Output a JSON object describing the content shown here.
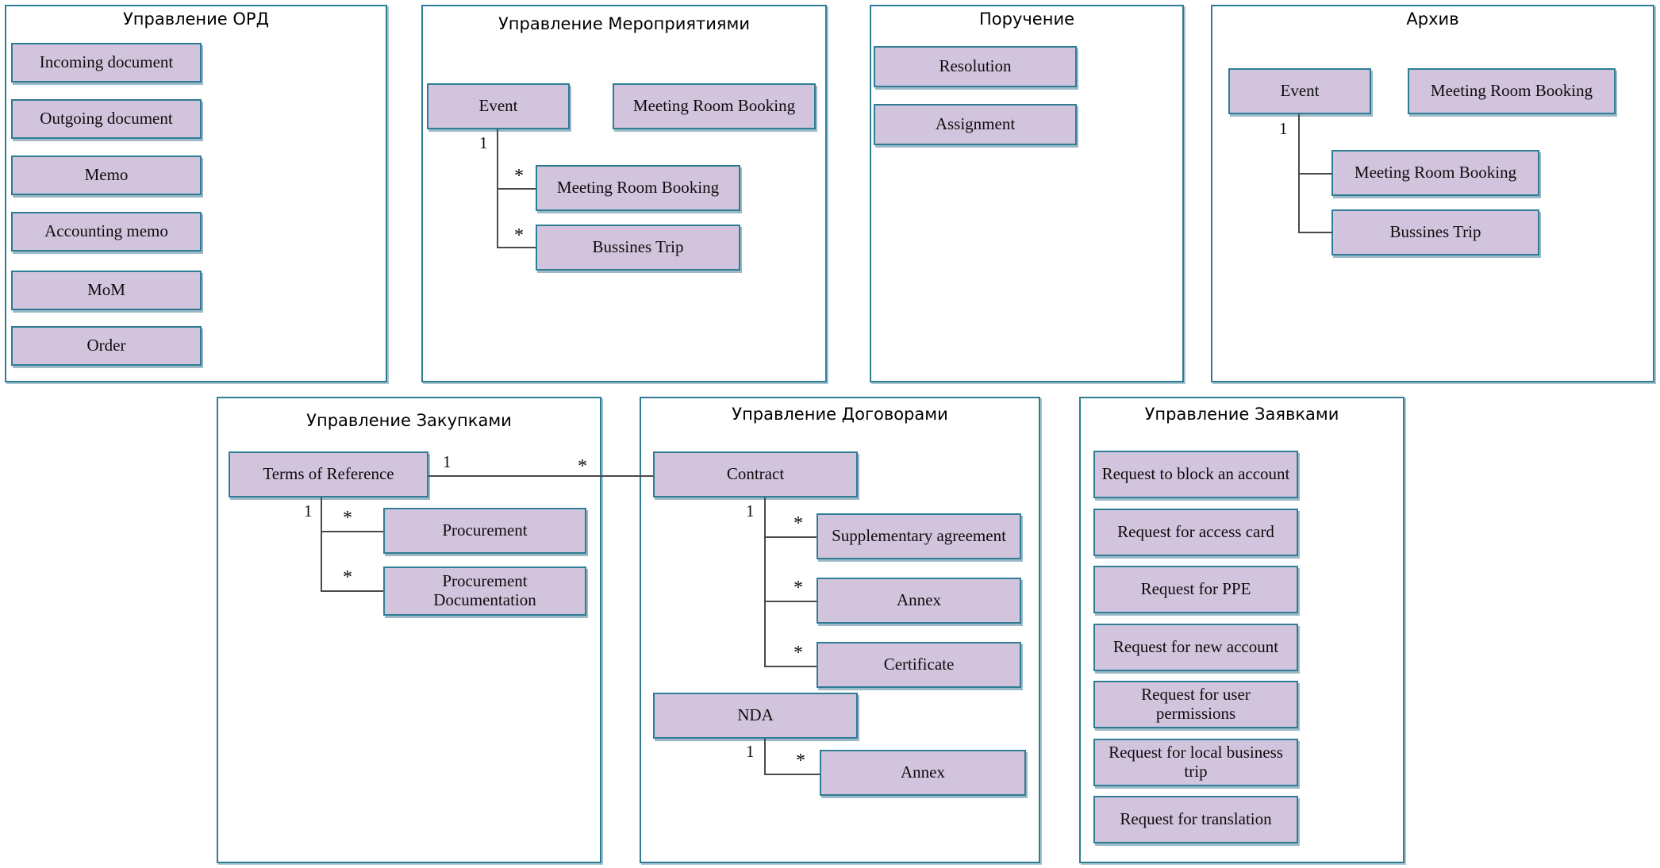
{
  "diagram": {
    "type": "uml-package-diagram",
    "background_color": "#ffffff",
    "panel_border_color": "#2e7d94",
    "node_fill_color": "#d3c4de",
    "node_border_color": "#2e7d94",
    "connector_color": "#4a4a4a"
  },
  "packages": [
    {
      "id": "ord",
      "title": "Управление ОРД",
      "nodes": [
        {
          "id": "incoming-document",
          "label": "Incoming document"
        },
        {
          "id": "outgoing-document",
          "label": "Outgoing document"
        },
        {
          "id": "memo",
          "label": "Memo"
        },
        {
          "id": "accounting-memo",
          "label": "Accounting memo"
        },
        {
          "id": "mom",
          "label": "MoM"
        },
        {
          "id": "order",
          "label": "Order"
        }
      ]
    },
    {
      "id": "events",
      "title": "Управление Мероприятиями",
      "nodes": [
        {
          "id": "event",
          "label": "Event"
        },
        {
          "id": "meeting-room-booking-standalone",
          "label": "Meeting Room Booking"
        },
        {
          "id": "meeting-room-booking-child",
          "label": "Meeting Room Booking"
        },
        {
          "id": "bussines-trip",
          "label": "Bussines Trip"
        }
      ],
      "relations": [
        {
          "from": "event",
          "to": "meeting-room-booking-child",
          "source_multiplicity": "1",
          "target_multiplicity": "*"
        },
        {
          "from": "event",
          "to": "bussines-trip",
          "source_multiplicity": "1",
          "target_multiplicity": "*"
        }
      ]
    },
    {
      "id": "assignments",
      "title": "Поручение",
      "nodes": [
        {
          "id": "resolution",
          "label": "Resolution"
        },
        {
          "id": "assignment",
          "label": "Assignment"
        }
      ]
    },
    {
      "id": "archive",
      "title": "Архив",
      "nodes": [
        {
          "id": "archive-event",
          "label": "Event"
        },
        {
          "id": "archive-meeting-room-booking-standalone",
          "label": "Meeting Room Booking"
        },
        {
          "id": "archive-meeting-room-booking-child",
          "label": "Meeting Room Booking"
        },
        {
          "id": "archive-bussines-trip",
          "label": "Bussines Trip"
        }
      ],
      "relations": [
        {
          "from": "archive-event",
          "to": "archive-meeting-room-booking-child",
          "source_multiplicity": "1",
          "target_multiplicity": ""
        },
        {
          "from": "archive-event",
          "to": "archive-bussines-trip",
          "source_multiplicity": "1",
          "target_multiplicity": ""
        }
      ]
    },
    {
      "id": "procurement",
      "title": "Управление Закупками",
      "nodes": [
        {
          "id": "terms-of-reference",
          "label": "Terms of Reference"
        },
        {
          "id": "procurement",
          "label": "Procurement"
        },
        {
          "id": "procurement-documentation",
          "label": "Procurement Documentation"
        }
      ],
      "relations": [
        {
          "from": "terms-of-reference",
          "to": "procurement",
          "source_multiplicity": "1",
          "target_multiplicity": "*"
        },
        {
          "from": "terms-of-reference",
          "to": "procurement-documentation",
          "source_multiplicity": "1",
          "target_multiplicity": "*"
        }
      ]
    },
    {
      "id": "contracts",
      "title": "Управление Договорами",
      "nodes": [
        {
          "id": "contract",
          "label": "Contract"
        },
        {
          "id": "supplementary-agreement",
          "label": "Supplementary agreement"
        },
        {
          "id": "annex-contract",
          "label": "Annex"
        },
        {
          "id": "certificate",
          "label": "Certificate"
        },
        {
          "id": "nda",
          "label": "NDA"
        },
        {
          "id": "annex-nda",
          "label": "Annex"
        }
      ],
      "relations": [
        {
          "from": "contract",
          "to": "supplementary-agreement",
          "source_multiplicity": "1",
          "target_multiplicity": "*"
        },
        {
          "from": "contract",
          "to": "annex-contract",
          "source_multiplicity": "1",
          "target_multiplicity": "*"
        },
        {
          "from": "contract",
          "to": "certificate",
          "source_multiplicity": "1",
          "target_multiplicity": "*"
        },
        {
          "from": "nda",
          "to": "annex-nda",
          "source_multiplicity": "1",
          "target_multiplicity": "*"
        }
      ]
    },
    {
      "id": "requests",
      "title": "Управление Заявками",
      "nodes": [
        {
          "id": "request-block-account",
          "label": "Request to block an account"
        },
        {
          "id": "request-access-card",
          "label": "Request for access card"
        },
        {
          "id": "request-ppe",
          "label": "Request for PPE"
        },
        {
          "id": "request-new-account",
          "label": "Request for new account"
        },
        {
          "id": "request-user-permissions",
          "label": "Request for user permissions"
        },
        {
          "id": "request-local-business-trip",
          "label": "Request for local business trip"
        },
        {
          "id": "request-translation",
          "label": "Request for translation"
        }
      ]
    }
  ],
  "cross_package_relations": [
    {
      "from": "terms-of-reference",
      "to": "contract",
      "source_multiplicity": "1",
      "target_multiplicity": "*"
    }
  ]
}
